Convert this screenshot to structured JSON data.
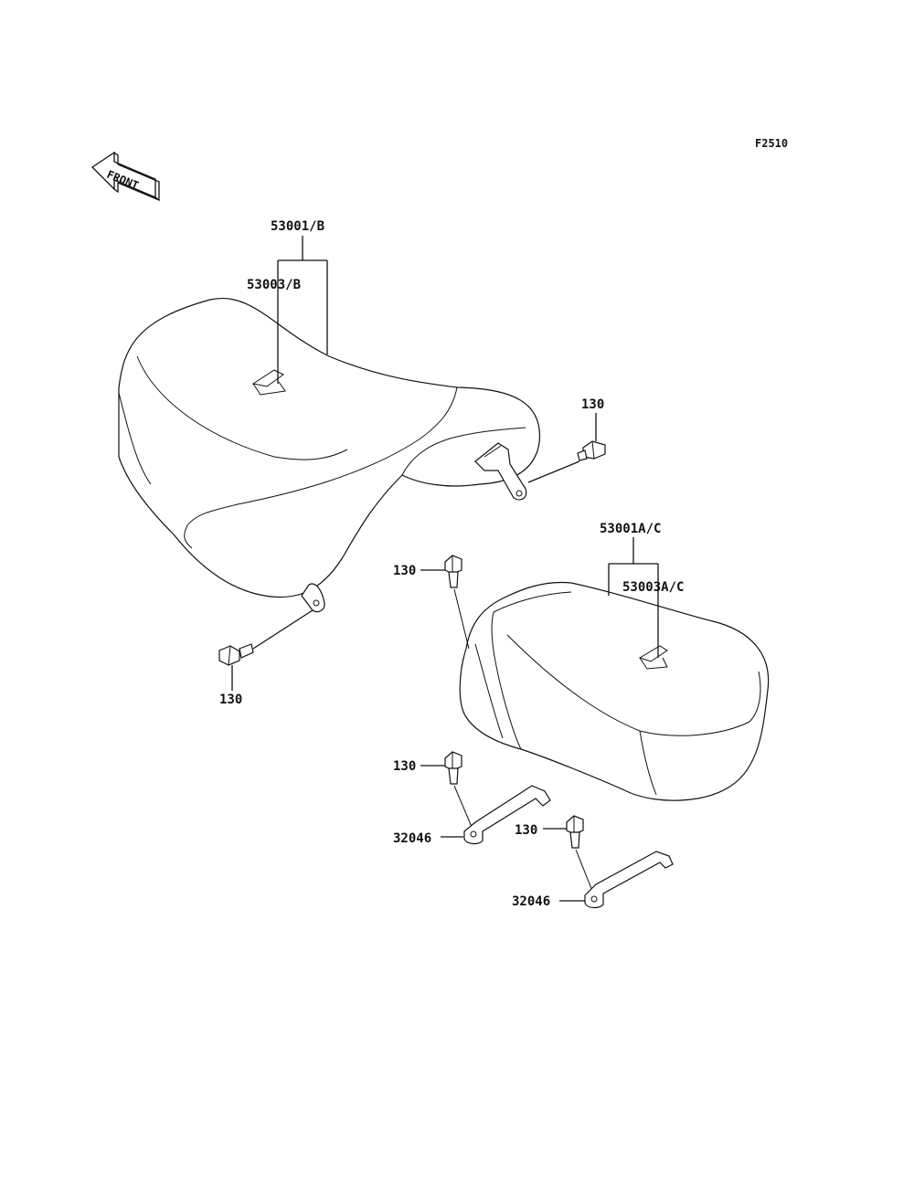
{
  "diagram_code": "F2510",
  "front_label": "FRONT",
  "callouts": {
    "seat_front": "53001/B",
    "seat_front_cover": "53003/B",
    "bolt_front_rear": "130",
    "seat_rear": "53001A/C",
    "seat_rear_cover": "53003A/C",
    "bolt_rear_top": "130",
    "bolt_front_bottom": "130",
    "bolt_bracket_left": "130",
    "bracket_left": "32046",
    "bolt_bracket_right": "130",
    "bracket_right": "32046"
  }
}
